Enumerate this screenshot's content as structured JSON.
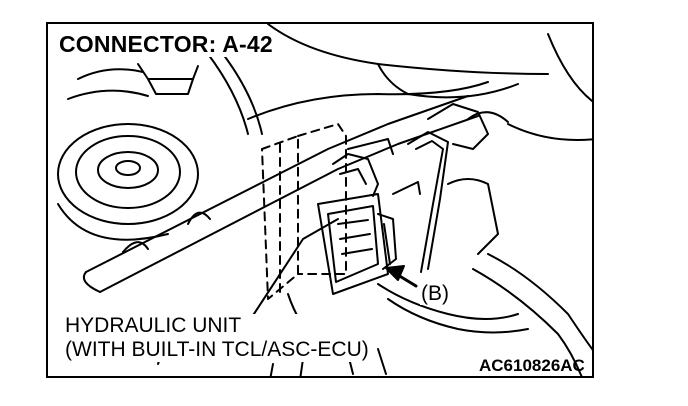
{
  "connector_label": "CONNECTOR: A-42",
  "hydraulic_unit": {
    "line1": "HYDRAULIC UNIT",
    "line2": "(WITH BUILT-IN TCL/ASC-ECU)"
  },
  "callout": "(B)",
  "figure_code": "AC610826AC"
}
